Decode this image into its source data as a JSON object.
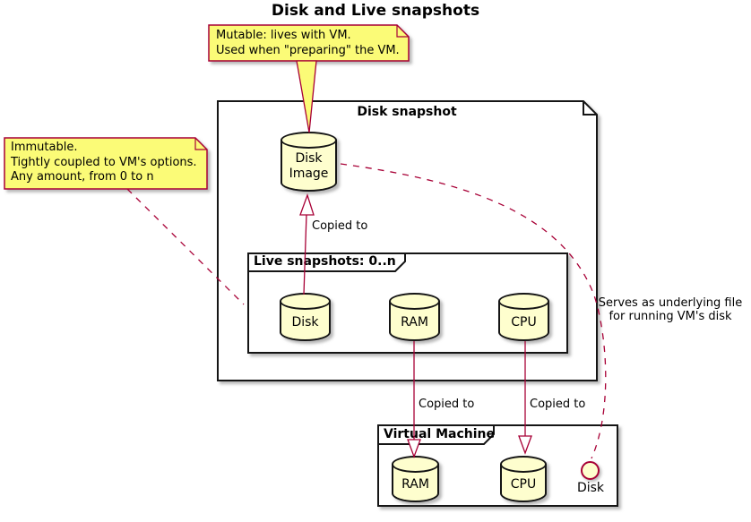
{
  "title": "Disk and Live snapshots",
  "notes": {
    "mutable": {
      "text": "Mutable: lives with VM.\nUsed when \"preparing\" the VM."
    },
    "immutable": {
      "text": "Immutable.\nTightly coupled to VM's options.\nAny amount, from 0 to n"
    }
  },
  "containers": {
    "disk_snapshot": {
      "label": "Disk snapshot"
    },
    "live_snapshots": {
      "label": "Live snapshots: 0..n"
    },
    "virtual_machine": {
      "label": "Virtual Machine"
    }
  },
  "nodes": {
    "disk_image": {
      "label": "Disk\nImage"
    },
    "live_disk": {
      "label": "Disk"
    },
    "live_ram": {
      "label": "RAM"
    },
    "live_cpu": {
      "label": "CPU"
    },
    "vm_ram": {
      "label": "RAM"
    },
    "vm_cpu": {
      "label": "CPU"
    },
    "vm_disk": {
      "label": "Disk"
    }
  },
  "edges": {
    "copy_disk": {
      "label": "Copied to"
    },
    "copy_ram": {
      "label": "Copied to"
    },
    "copy_cpu": {
      "label": "Copied to"
    },
    "serves": {
      "label": "Serves as underlying file\nfor running VM's disk"
    }
  },
  "colors": {
    "line": "#A80036",
    "note_fill": "#FBFB77",
    "node_fill": "#FEFECE",
    "border": "#151515",
    "background": "#FFFFFF"
  }
}
